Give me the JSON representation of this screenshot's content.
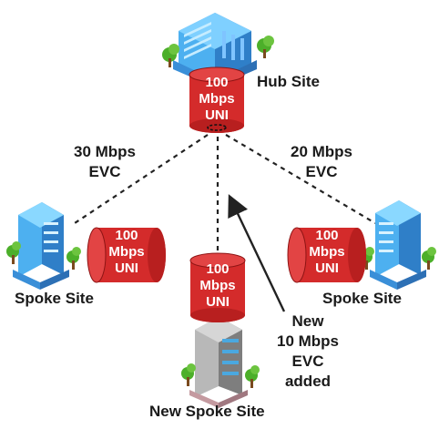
{
  "hub": {
    "name": "Hub Site",
    "uni": {
      "line1": "100",
      "line2": "Mbps",
      "line3": "UNI"
    }
  },
  "spoke_left": {
    "name": "Spoke Site",
    "uni": {
      "line1": "100",
      "line2": "Mbps",
      "line3": "UNI"
    }
  },
  "spoke_right": {
    "name": "Spoke Site",
    "uni": {
      "line1": "100",
      "line2": "Mbps",
      "line3": "UNI"
    }
  },
  "spoke_new": {
    "name": "New Spoke Site",
    "uni": {
      "line1": "100",
      "line2": "Mbps",
      "line3": "UNI"
    }
  },
  "evc_left": {
    "line1": "30 Mbps",
    "line2": "EVC"
  },
  "evc_right": {
    "line1": "20 Mbps",
    "line2": "EVC"
  },
  "evc_new": {
    "line1": "New",
    "line2": "10 Mbps",
    "line3": "EVC",
    "line4": "added"
  },
  "colors": {
    "uni_red": "#d42b2b",
    "uni_dark": "#8e1414",
    "building_blue": "#3aa0e8",
    "building_gray": "#9a9a9a",
    "tree_green": "#4caf2a",
    "line": "#222222"
  }
}
